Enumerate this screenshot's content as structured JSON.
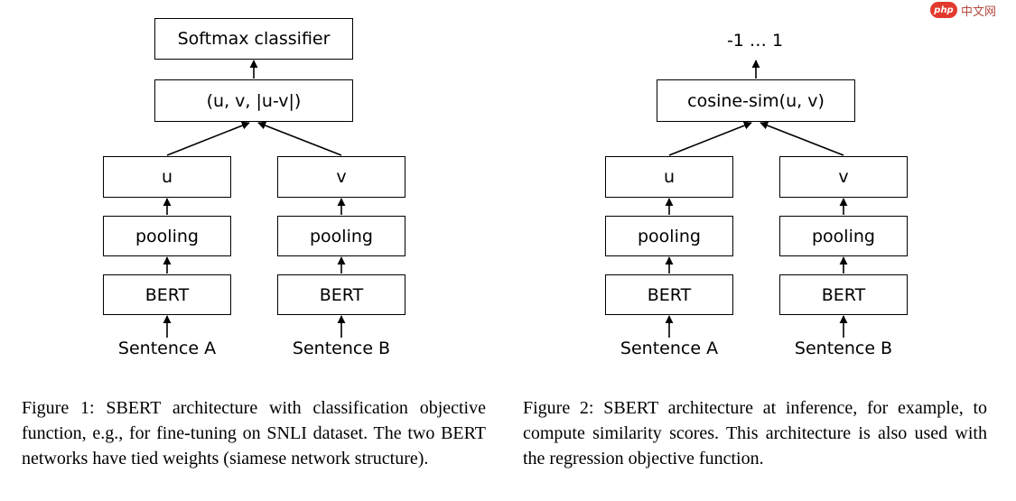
{
  "figure1": {
    "classifier_label": "Softmax classifier",
    "concat_label": "(u, v, |u-v|)",
    "left": {
      "embedding": "u",
      "pooling": "pooling",
      "encoder": "BERT",
      "input": "Sentence A"
    },
    "right": {
      "embedding": "v",
      "pooling": "pooling",
      "encoder": "BERT",
      "input": "Sentence B"
    },
    "caption": "Figure 1: SBERT architecture with classification objective function, e.g., for fine-tuning on SNLI dataset. The two BERT networks have tied weights (siamese network structure)."
  },
  "figure2": {
    "output_label": "-1 … 1",
    "similarity_label": "cosine-sim(u, v)",
    "left": {
      "embedding": "u",
      "pooling": "pooling",
      "encoder": "BERT",
      "input": "Sentence A"
    },
    "right": {
      "embedding": "v",
      "pooling": "pooling",
      "encoder": "BERT",
      "input": "Sentence B"
    },
    "caption": "Figure 2: SBERT architecture at inference, for example, to compute similarity scores. This architecture is also used with the regression objective function."
  },
  "watermark": {
    "badge": "php",
    "text": "中文网"
  }
}
